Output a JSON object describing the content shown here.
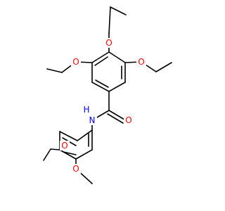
{
  "atom_labels": {
    "o_ethoxy_top": "O",
    "o_ethoxy_left": "O",
    "o_ethoxy_right": "O",
    "o_carbonyl": "O",
    "nh": "H",
    "n": "N",
    "o_methoxy_3": "O",
    "o_methoxy_4": "O"
  },
  "colors": {
    "bond": "#000000",
    "oxygen": "#ff0000",
    "nitrogen": "#0000ff",
    "background": "#ffffff"
  }
}
